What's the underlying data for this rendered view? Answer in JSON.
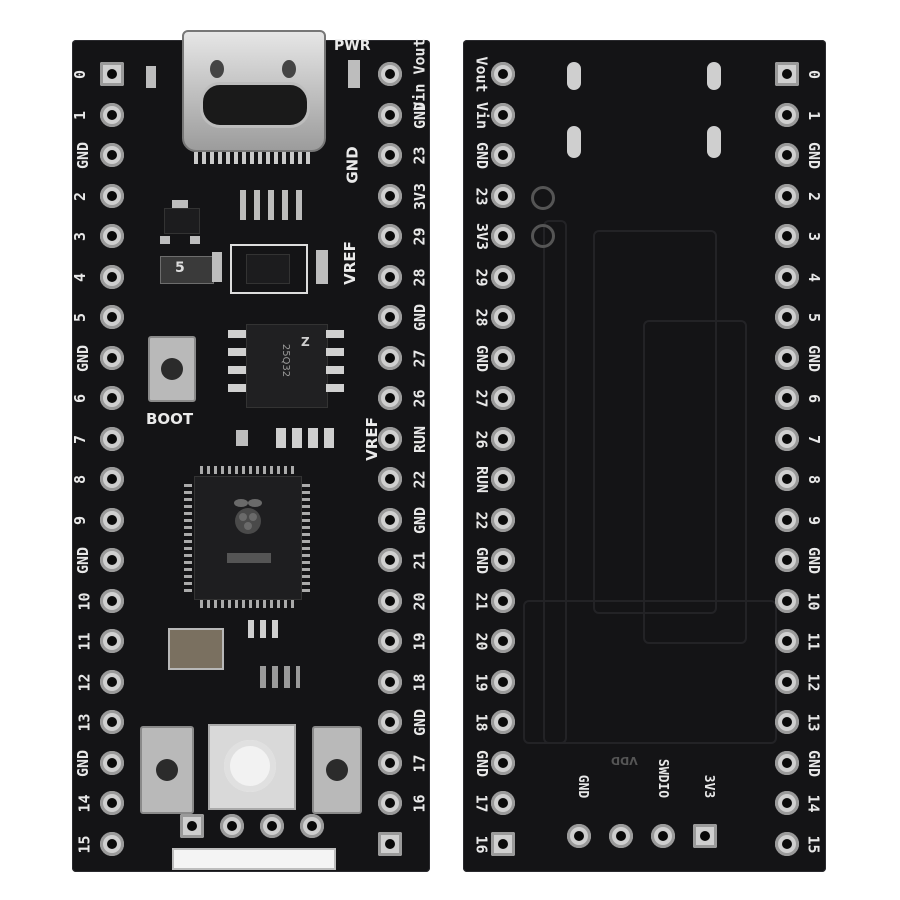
{
  "front": {
    "left_labels": [
      "0",
      "1",
      "GND",
      "2",
      "3",
      "4",
      "5",
      "GND",
      "6",
      "7",
      "8",
      "9",
      "GND",
      "10",
      "11",
      "12",
      "13",
      "GND",
      "14",
      "15"
    ],
    "right_labels": [
      "Vin Vout",
      "GND",
      "23",
      "3V3",
      "29",
      "28",
      "GND",
      "27",
      "26",
      "RUN",
      "22",
      "GND",
      "21",
      "20",
      "19",
      "18",
      "GND",
      "17",
      "16"
    ],
    "right_top_label": "Vin Vout",
    "pwr_label": "PWR",
    "boot_label": "BOOT",
    "inner_gnd_label": "GND",
    "inner_vref_label": "VREF",
    "inner_vref2_label": "VREF",
    "cap_marking": "5",
    "flash_marking": "25Q32"
  },
  "back": {
    "left_labels": [
      "Vout",
      "Vin",
      "GND",
      "23",
      "3V3",
      "29",
      "28",
      "GND",
      "27",
      "26",
      "RUN",
      "22",
      "GND",
      "21",
      "20",
      "19",
      "18",
      "GND",
      "17",
      "16"
    ],
    "right_labels": [
      "0",
      "1",
      "GND",
      "2",
      "3",
      "4",
      "5",
      "GND",
      "6",
      "7",
      "8",
      "9",
      "GND",
      "10",
      "11",
      "12",
      "13",
      "GND",
      "14",
      "15"
    ],
    "debug_labels": [
      "GND",
      "SWDIO",
      "3V3"
    ],
    "debug_top_label": "VDD"
  },
  "colors": {
    "pcb": "#141416",
    "silkscreen": "#e8e8e8",
    "pad": "#cfcfcf"
  }
}
